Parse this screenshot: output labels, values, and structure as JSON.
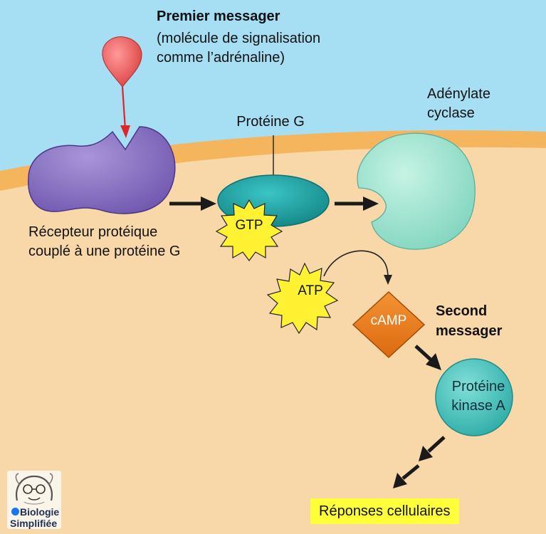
{
  "premier_messager": {
    "title": "Premier messager",
    "description_line1": "(molécule de signalisation",
    "description_line2": "comme l’adrénaline)"
  },
  "proteine_g": {
    "label": "Protéine G",
    "gtp_label": "GTP"
  },
  "adenylate_cyclase": {
    "line1": "Adénylate",
    "line2": "cyclase"
  },
  "recepteur": {
    "line1": "Récepteur protéique",
    "line2": "couplé à une protéine G"
  },
  "atp_label": "ATP",
  "camp_label": "cAMP",
  "second_messager": {
    "line1": "Second",
    "line2": "messager"
  },
  "proteine_kinase": {
    "line1": "Protéine",
    "line2": "kinase A"
  },
  "reponses": "Réponses cellulaires",
  "logo": {
    "line1": "Biologie",
    "line2": "Simplifiée"
  },
  "colors": {
    "extracellular": "#a6def4",
    "cytoplasm": "#f8d7a8",
    "membrane": "#f4b55c",
    "receptor": "#8a6fbf",
    "g_protein": "#22a6a6",
    "adenylate_cyclase": "#a9e8d5",
    "starburst": "#fff232",
    "camp": "#ef7d1a",
    "kinase": "#45c9c2",
    "messenger": "#e84747",
    "highlight": "#ffff3a"
  }
}
